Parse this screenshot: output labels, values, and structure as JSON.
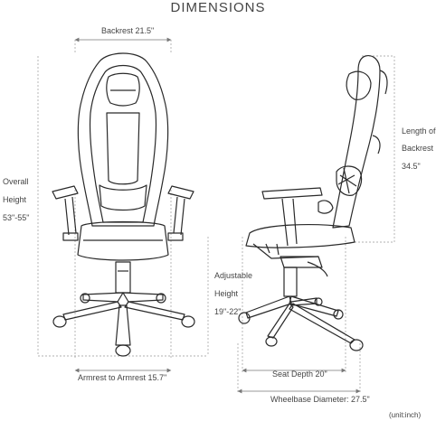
{
  "title": "DIMENSIONS",
  "labels": {
    "backrest": "Backrest 21.5\"",
    "overall_1": "Overall",
    "overall_2": "Height",
    "overall_3": "53\"-55\"",
    "adjustable_1": "Adjustable",
    "adjustable_2": "Height",
    "adjustable_3": "19\"-22\"",
    "armrest": "Armrest to Armrest 15.7\"",
    "length_1": "Length of",
    "length_2": "Backrest",
    "length_3": "34.5\"",
    "seat_depth": "Seat Depth 20\"",
    "wheelbase": "Wheelbase Diameter: 27.5\"",
    "unit": "(unit:inch)"
  },
  "colors": {
    "line": "#2a2a2a",
    "dim": "#777777",
    "text": "#444444"
  }
}
